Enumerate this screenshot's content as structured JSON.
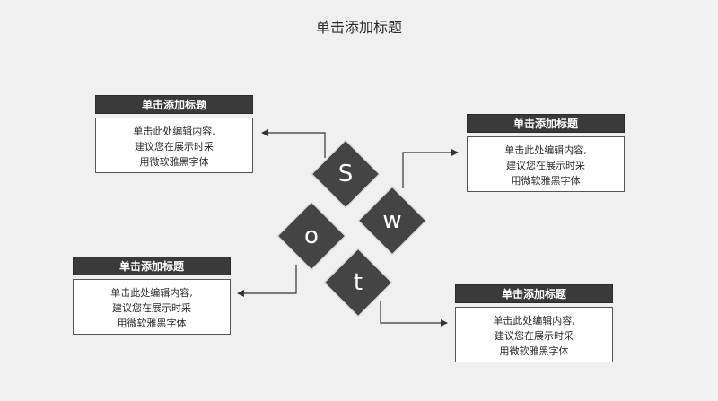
{
  "title": "单击添加标题",
  "swot": {
    "s": "S",
    "w": "w",
    "o": "o",
    "t": "t"
  },
  "cards": [
    {
      "header": "单击添加标题",
      "lines": [
        "单击此处编辑内容,",
        "建议您在展示时采",
        "用微软雅黑字体"
      ]
    },
    {
      "header": "单击添加标题",
      "lines": [
        "单击此处编辑内容,",
        "建议您在展示时采",
        "用微软雅黑字体"
      ]
    },
    {
      "header": "单击添加标题",
      "lines": [
        "单击此处编辑内容,",
        "建议您在展示时采",
        "用微软雅黑字体"
      ]
    },
    {
      "header": "单击添加标题",
      "lines": [
        "单击此处编辑内容,",
        "建议您在展示时采",
        "用微软雅黑字体"
      ]
    }
  ],
  "colors": {
    "dark": "#3a3a3a",
    "background": "#f0f0f0"
  }
}
